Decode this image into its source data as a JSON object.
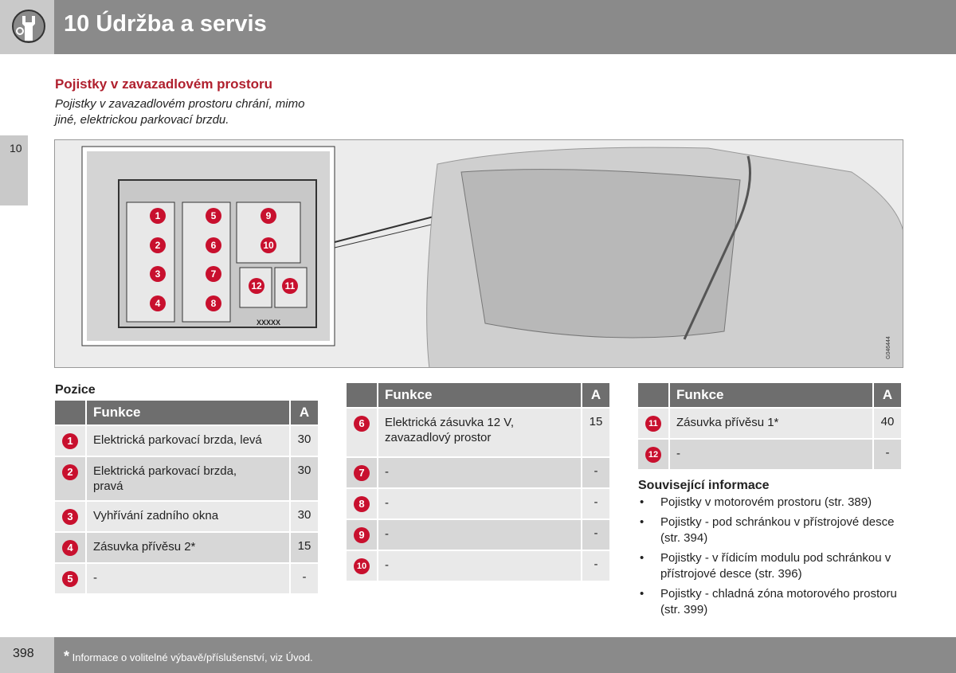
{
  "header": {
    "title": "10 Údržba a servis",
    "icon": "wrench-nut-icon"
  },
  "chapter_tab": "10",
  "section": {
    "title": "Pojistky v zavazadlovém prostoru",
    "intro": "Pojistky v zavazadlovém prostoru chrání, mimo jiné, elektrickou parkovací brzdu."
  },
  "figure": {
    "fuse_labels": [
      "1",
      "2",
      "3",
      "4",
      "5",
      "6",
      "7",
      "8",
      "9",
      "10",
      "11",
      "12"
    ],
    "box_marking": "XXXXX",
    "figure_code": "G046444"
  },
  "pozice_label": "Pozice",
  "tables": [
    {
      "head": {
        "func": "Funkce",
        "amp": "A"
      },
      "rows": [
        {
          "n": "1",
          "func": "Elektrická parkovací brzda, levá",
          "amp": "30"
        },
        {
          "n": "2",
          "func": "Elektrická parkovací brzda, pravá",
          "amp": "30"
        },
        {
          "n": "3",
          "func": "Vyhřívání zadního okna",
          "amp": "30"
        },
        {
          "n": "4",
          "func": "Zásuvka přívěsu 2*",
          "amp": "15"
        },
        {
          "n": "5",
          "func": "-",
          "amp": "-"
        }
      ]
    },
    {
      "head": {
        "func": "Funkce",
        "amp": "A"
      },
      "rows": [
        {
          "n": "6",
          "func": "Elektrická zásuvka 12 V, zavazadlový prostor",
          "amp": "15"
        },
        {
          "n": "7",
          "func": "-",
          "amp": "-"
        },
        {
          "n": "8",
          "func": "-",
          "amp": "-"
        },
        {
          "n": "9",
          "func": "-",
          "amp": "-"
        },
        {
          "n": "10",
          "func": "-",
          "amp": "-"
        }
      ]
    },
    {
      "head": {
        "func": "Funkce",
        "amp": "A"
      },
      "rows": [
        {
          "n": "11",
          "func": "Zásuvka přívěsu 1*",
          "amp": "40"
        },
        {
          "n": "12",
          "func": "-",
          "amp": "-"
        }
      ]
    }
  ],
  "related": {
    "title": "Související informace",
    "items": [
      "Pojistky v motorovém prostoru (str. 389)",
      "Pojistky - pod schránkou v přístrojové desce (str. 394)",
      "Pojistky - v řídicím modulu pod schránkou v přístrojové desce (str. 396)",
      "Pojistky - chladná zóna motorového prostoru (str. 399)"
    ]
  },
  "footer": {
    "page": "398",
    "star": "*",
    "note": "Informace o volitelné výbavě/příslušenství, viz Úvod."
  },
  "colors": {
    "accent": "#c8102e",
    "title_red": "#b0202e",
    "header_gray": "#8a8a8a"
  }
}
